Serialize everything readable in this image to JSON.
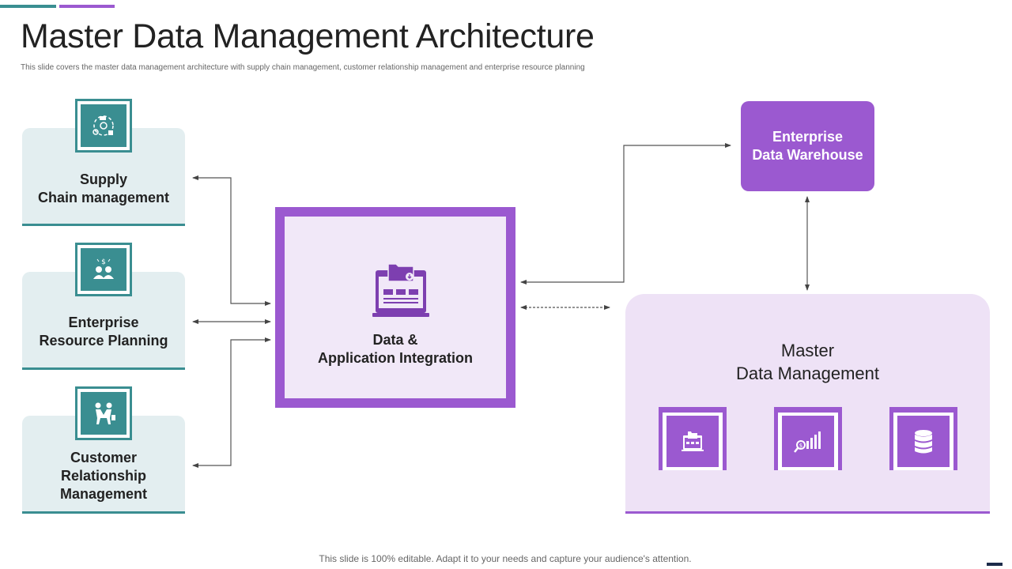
{
  "header": {
    "title": "Master Data Management Architecture",
    "subtitle": "This slide covers the master data management  architecture with supply chain management, customer relationship management  and enterprise resource planning"
  },
  "left_cards": [
    {
      "line1": "Supply",
      "line2": "Chain management",
      "line3": "",
      "icon": "supply-chain-icon"
    },
    {
      "line1": "Enterprise",
      "line2": "Resource Planning",
      "line3": "",
      "icon": "team-dollar-icon"
    },
    {
      "line1": "Customer",
      "line2": "Relationship",
      "line3": "Management",
      "icon": "handshake-icon"
    }
  ],
  "center": {
    "line1": "Data &",
    "line2": "Application Integration",
    "icon": "computer-folder-icon"
  },
  "warehouse": {
    "line1": "Enterprise",
    "line2": "Data Warehouse"
  },
  "mdm": {
    "line1": "Master",
    "line2": "Data Management",
    "icons": [
      "computer-folder-icon",
      "growth-chart-icon",
      "database-icon"
    ]
  },
  "footer": {
    "text": "This slide is 100% editable. Adapt it to your needs and capture your audience's attention."
  },
  "colors": {
    "teal": "#3a8e91",
    "purple": "#9b59d0",
    "light_teal": "#e3eef0",
    "light_purple": "#eee2f6"
  }
}
